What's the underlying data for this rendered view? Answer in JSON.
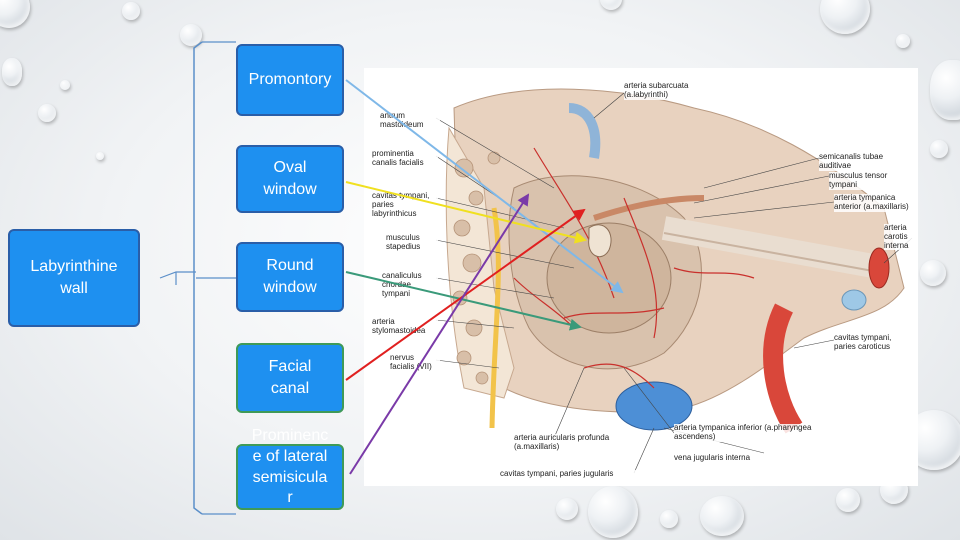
{
  "root_box": {
    "label": "Labyrinthine wall"
  },
  "items": [
    {
      "label": "Promontory"
    },
    {
      "label": "Oval window"
    },
    {
      "label": "Round window"
    },
    {
      "label": "Facial canal"
    },
    {
      "label": "Prominence of lateral semisicular"
    }
  ],
  "figure_labels": {
    "antrum": "antrum mastoideum",
    "prominentia": "prominentia canalis facialis",
    "cavitas_lab": "cavitas tympani, paries labyrinthicus",
    "musculus_stap": "musculus stapedius",
    "canaliculus": "canaliculus chordae tympani",
    "arteria_stylo": "arteria stylomastoidea",
    "nervus_fac": "nervus facialis (VII)",
    "arteria_sub": "arteria subarcuata (a.labyrinthi)",
    "semicanalis": "semicanalis tubae auditivae",
    "musc_tensor": "musculus tensor tympani",
    "art_tymp_ant": "arteria tympanica anterior (a.maxillaris)",
    "art_carotis": "arteria carotis interna",
    "cav_carot": "cavitas tympani, paries caroticus",
    "art_tymp_inf": "arteria tympanica inferior (a.pharyngea ascendens)",
    "art_auric": "arteria auricularis profunda (a.maxillaris)",
    "vena_jug": "vena jugularis interna",
    "cav_jug": "cavitas tympani, paries jugularis"
  },
  "colors": {
    "box_fill": "#1e90f0",
    "box_border": "#2a5ea8",
    "box_border_green": "#3f9a58",
    "bracket": "#5b8fc9",
    "pointer_promontory": "#7fb8e8",
    "pointer_oval": "#f0e020",
    "pointer_round": "#3a9a7a",
    "pointer_facial": "#e02020",
    "pointer_prominence": "#7a3aa8"
  }
}
